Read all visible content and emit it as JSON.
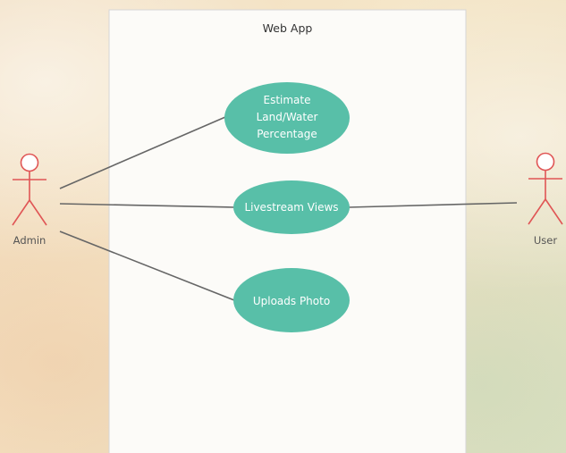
{
  "system": {
    "title": "Web App"
  },
  "actors": {
    "admin": {
      "label": "Admin"
    },
    "user": {
      "label": "User"
    }
  },
  "use_cases": [
    {
      "lines": [
        "Estimate",
        "Land/Water",
        "Percentage"
      ]
    },
    {
      "lines": [
        "Livestream Views"
      ]
    },
    {
      "lines": [
        "Uploads Photo"
      ]
    }
  ],
  "colors": {
    "use_case_fill": "#58bfa8",
    "actor_stroke": "#e05555",
    "association_line": "#666666",
    "system_boundary_fill": "#fcfbf8",
    "system_boundary_stroke": "#d6d6d6"
  }
}
